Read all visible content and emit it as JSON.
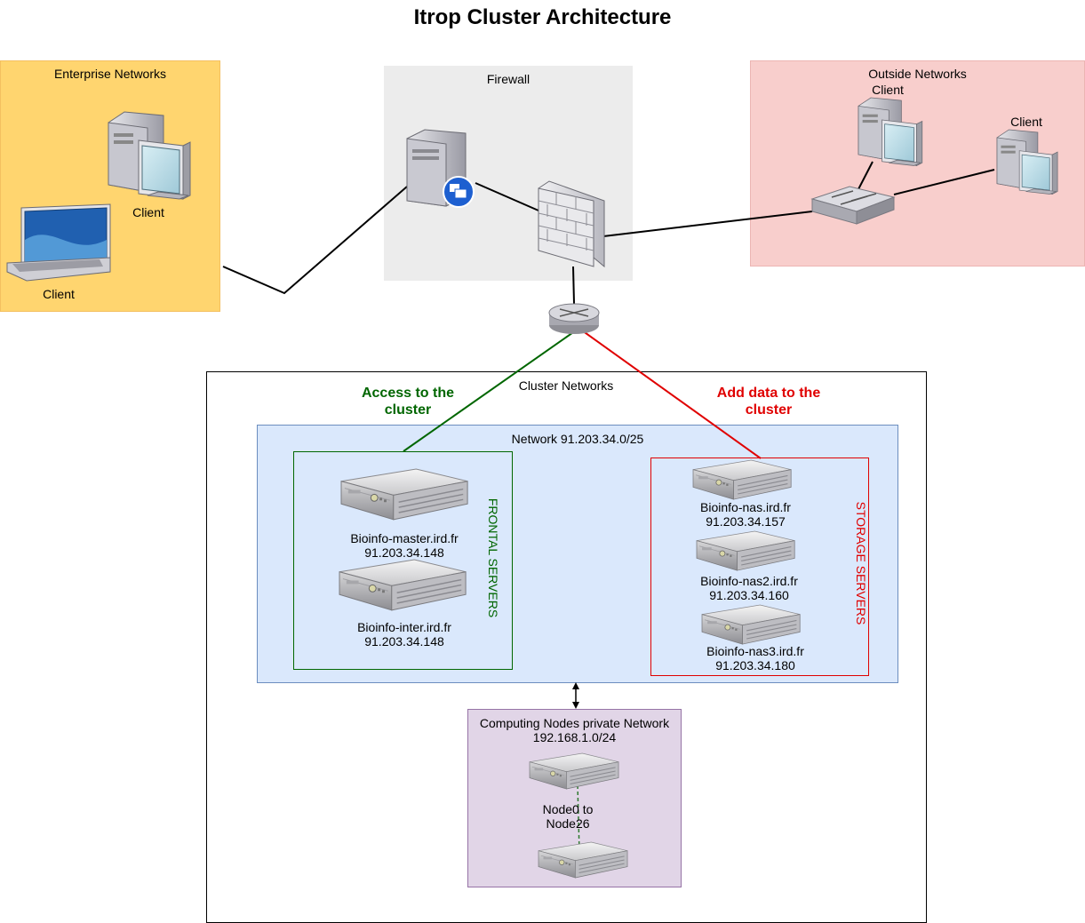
{
  "title": "Itrop Cluster Architecture",
  "zones": {
    "enterprise": "Enterprise Networks",
    "firewall": "Firewall",
    "outside": "Outside Networks",
    "cluster": "Cluster Networks",
    "network": "Network 91.203.34.0/25",
    "compute_line1": "Computing Nodes private Network",
    "compute_line2": "192.168.1.0/24"
  },
  "clients": {
    "enterprise_desktop": "Client",
    "enterprise_laptop": "Client",
    "outside_1": "Client",
    "outside_2": "Client"
  },
  "links": {
    "access_line1": "Access to the",
    "access_line2": "cluster",
    "add_line1": "Add data to the",
    "add_line2": "cluster"
  },
  "groups": {
    "frontal": "FRONTAL SERVERS",
    "storage": "STORAGE SERVERS"
  },
  "servers": {
    "master": {
      "host": "Bioinfo-master.ird.fr",
      "ip": "91.203.34.148"
    },
    "inter": {
      "host": "Bioinfo-inter.ird.fr",
      "ip": "91.203.34.148"
    },
    "nas": {
      "host": "Bioinfo-nas.ird.fr",
      "ip": "91.203.34.157"
    },
    "nas2": {
      "host": "Bioinfo-nas2.ird.fr",
      "ip": "91.203.34.160"
    },
    "nas3": {
      "host": "Bioinfo-nas3.ird.fr",
      "ip": "91.203.34.180"
    }
  },
  "nodes": {
    "line1": "Node0 to",
    "line2": "Node26"
  },
  "colors": {
    "enterprise": "#ffd56f",
    "firewall": "#ececec",
    "outside": "#f8cecc",
    "network": "#dae8fc",
    "compute": "#e1d5e7",
    "access": "#006600",
    "add_data": "#e00000"
  }
}
